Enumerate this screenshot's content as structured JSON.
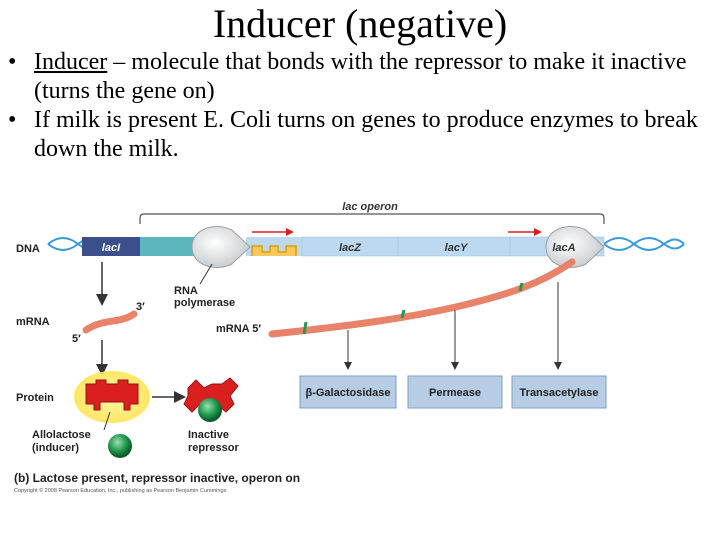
{
  "title": "Inducer (negative)",
  "bullets": [
    {
      "underlined": "Inducer",
      "rest": " – molecule that bonds with the repressor to make it inactive (turns the gene on)"
    },
    {
      "underlined": "",
      "rest": "If milk is present E. Coli turns on genes to produce enzymes to break down the milk."
    }
  ],
  "diagram": {
    "operon_label": "lac operon",
    "dna_label": "DNA",
    "genes": [
      "lacI",
      "lacZ",
      "lacY",
      "lacA"
    ],
    "rna_polymerase": [
      "RNA",
      "polymerase"
    ],
    "mrna_left_label": "mRNA",
    "mrna_right_label": "mRNA 5′",
    "prime3": "3′",
    "prime5": "5′",
    "protein_label": "Protein",
    "enzymes": [
      "β-Galactosidase",
      "Permease",
      "Transacetylase"
    ],
    "allolactose": [
      "Allolactose",
      "(inducer)"
    ],
    "inactive_repressor": [
      "Inactive",
      "repressor"
    ],
    "caption": "(b) Lactose present, repressor inactive, operon on",
    "copyright": "Copyright © 2008 Pearson Education, Inc., publishing as Pearson Benjamin Cummings"
  },
  "colors": {
    "dna_helix": "#3a9ad9",
    "laci": "#3b4f8c",
    "operon_genes": "#bcd9ef",
    "promoter_teal": "#5bb6bd",
    "operator": "#f0a500",
    "mrna": "#e8836a",
    "repressor": "#d9201f",
    "inducer": "#1f9a4d",
    "enzyme_box": "#b6cde5"
  }
}
